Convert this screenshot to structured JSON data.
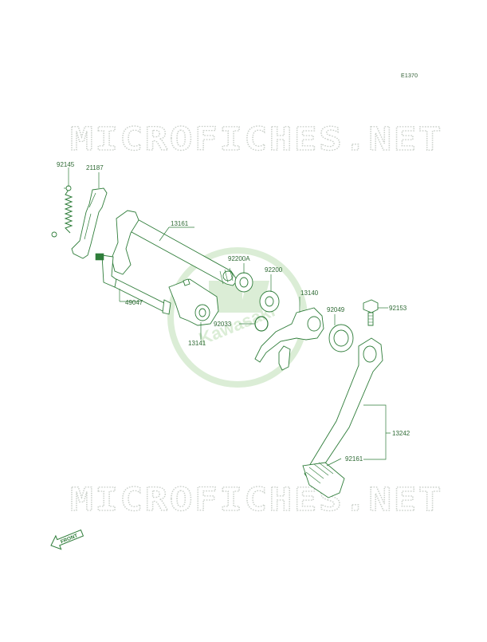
{
  "diagram_code": "E1370",
  "watermarks": {
    "top": "MICROFICHES.NET",
    "bottom": "MICROFICHES.NET",
    "center_logo_text": "Kawasaki"
  },
  "parts": [
    {
      "id": "92145",
      "label": "92145"
    },
    {
      "id": "21187",
      "label": "21187"
    },
    {
      "id": "13161",
      "label": "13161"
    },
    {
      "id": "92200A",
      "label": "92200A"
    },
    {
      "id": "92200",
      "label": "92200"
    },
    {
      "id": "49047",
      "label": "49047"
    },
    {
      "id": "13140",
      "label": "13140"
    },
    {
      "id": "92049",
      "label": "92049"
    },
    {
      "id": "92153",
      "label": "92153"
    },
    {
      "id": "92033",
      "label": "92033"
    },
    {
      "id": "13141",
      "label": "13141"
    },
    {
      "id": "13242",
      "label": "13242"
    },
    {
      "id": "92161",
      "label": "92161"
    }
  ],
  "front_indicator": "FRONT",
  "colors": {
    "line": "#2f7d3a",
    "label": "#2e6a34",
    "watermark_logo": "#cfe8c9",
    "watermark_text": "#c9cfc9"
  }
}
